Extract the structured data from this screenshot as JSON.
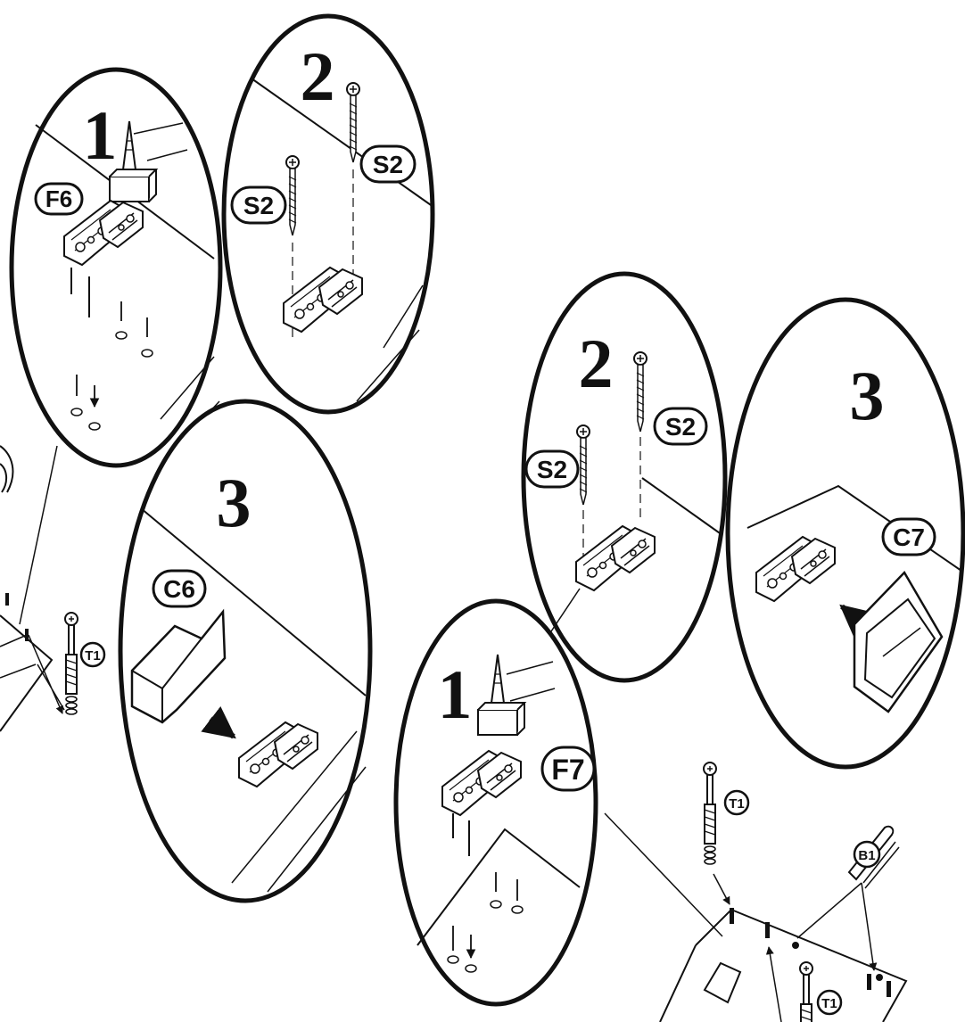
{
  "left_group": {
    "step1": {
      "number": "1",
      "part": "F6"
    },
    "step2": {
      "number": "2",
      "screw_a": "S2",
      "screw_b": "S2"
    },
    "step3": {
      "number": "3",
      "part": "C6"
    },
    "board_part": "T1"
  },
  "right_group": {
    "step1": {
      "number": "1",
      "part": "F7"
    },
    "step2": {
      "number": "2",
      "screw_a": "S2",
      "screw_b": "S2"
    },
    "step3": {
      "number": "3",
      "part": "C7"
    },
    "board_parts": {
      "dowel_top": "T1",
      "dowel_bottom": "T1",
      "cam": "B1"
    }
  }
}
